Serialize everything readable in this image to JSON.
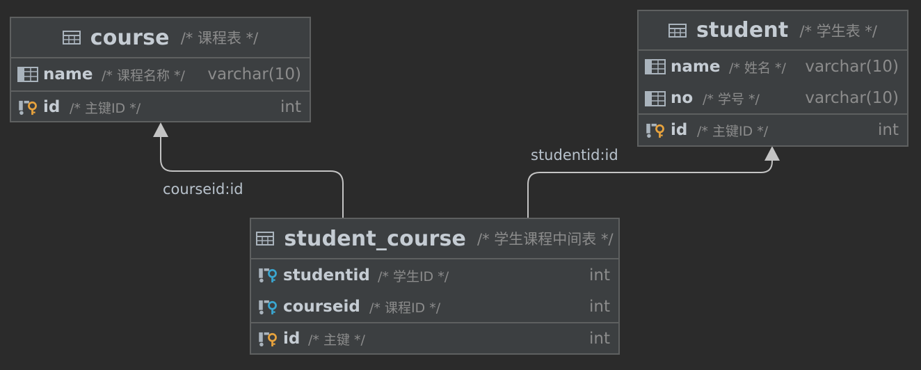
{
  "entities": {
    "course": {
      "name": "course",
      "comment": "/* 课程表 */",
      "columns": [
        {
          "name": "name",
          "comment": "/* 课程名称 */",
          "type": "varchar(10)",
          "icon": "column-icon"
        },
        {
          "name": "id",
          "comment": "/* 主键ID */",
          "type": "int",
          "icon": "primary-key-icon"
        }
      ]
    },
    "student": {
      "name": "student",
      "comment": "/* 学生表 */",
      "columns": [
        {
          "name": "name",
          "comment": "/* 姓名 */",
          "type": "varchar(10)",
          "icon": "column-icon"
        },
        {
          "name": "no",
          "comment": "/* 学号 */",
          "type": "varchar(10)",
          "icon": "column-icon"
        },
        {
          "name": "id",
          "comment": "/* 主键ID */",
          "type": "int",
          "icon": "primary-key-icon"
        }
      ]
    },
    "student_course": {
      "name": "student_course",
      "comment": "/* 学生课程中间表 */",
      "columns": [
        {
          "name": "studentid",
          "comment": "/* 学生ID */",
          "type": "int",
          "icon": "foreign-key-icon"
        },
        {
          "name": "courseid",
          "comment": "/* 课程ID */",
          "type": "int",
          "icon": "foreign-key-icon"
        },
        {
          "name": "id",
          "comment": "/* 主键 */",
          "type": "int",
          "icon": "primary-key-icon"
        }
      ]
    }
  },
  "relations": [
    {
      "label": "courseid:id",
      "from": "student_course",
      "to": "course"
    },
    {
      "label": "studentid:id",
      "from": "student_course",
      "to": "student"
    }
  ],
  "colors": {
    "background": "#2b2b2b",
    "entity_fill": "#3c3f41",
    "border": "#5e6060",
    "primary_key": "#e8a33d",
    "foreign_key": "#3aa6d0"
  }
}
